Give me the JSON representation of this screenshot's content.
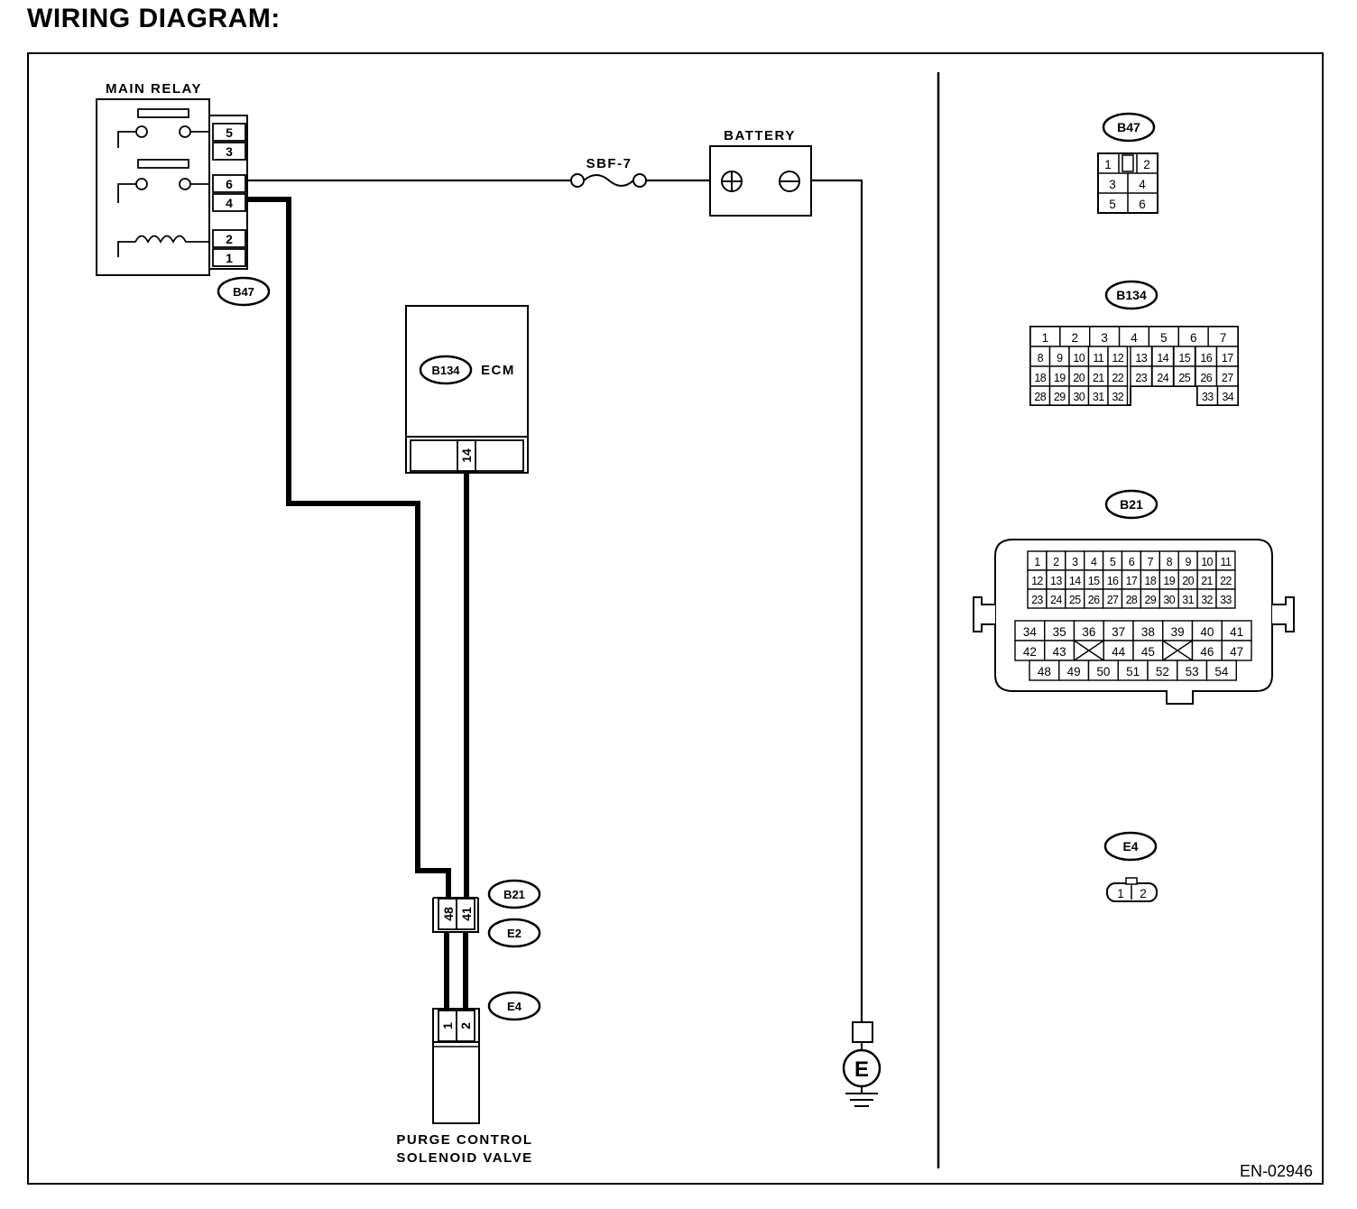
{
  "title": "WIRING DIAGRAM:",
  "doc_id": "EN-02946",
  "components": {
    "main_relay": {
      "label": "MAIN RELAY",
      "pins": [
        "5",
        "3",
        "6",
        "4",
        "2",
        "1"
      ],
      "connector": "B47"
    },
    "fuse": {
      "label": "SBF-7"
    },
    "battery": {
      "label": "BATTERY"
    },
    "ecm": {
      "label": "ECM",
      "connector": "B134",
      "pin": "14"
    },
    "joint": {
      "connectors": [
        "B21",
        "E2"
      ],
      "pins": [
        "48",
        "41"
      ]
    },
    "solenoid": {
      "label_line1": "PURGE CONTROL",
      "label_line2": "SOLENOID VALVE",
      "connector": "E4",
      "pins": [
        "1",
        "2"
      ]
    },
    "ground": {
      "label": "E"
    }
  },
  "connector_views": {
    "b47": {
      "tag": "B47",
      "rows": [
        [
          "1",
          "2"
        ],
        [
          "3",
          "4"
        ],
        [
          "5",
          "6"
        ]
      ]
    },
    "b134": {
      "tag": "B134",
      "rows": [
        [
          "1",
          "2",
          "3",
          "4",
          "5",
          "6",
          "7"
        ],
        [
          "8",
          "9",
          "10",
          "11",
          "12",
          "13",
          "14",
          "15",
          "16",
          "17"
        ],
        [
          "18",
          "19",
          "20",
          "21",
          "22",
          "23",
          "24",
          "25",
          "26",
          "27"
        ],
        [
          "28",
          "29",
          "30",
          "31",
          "32",
          "33",
          "34"
        ]
      ]
    },
    "b21": {
      "tag": "B21",
      "rows": [
        [
          "1",
          "2",
          "3",
          "4",
          "5",
          "6",
          "7",
          "8",
          "9",
          "10",
          "11"
        ],
        [
          "12",
          "13",
          "14",
          "15",
          "16",
          "17",
          "18",
          "19",
          "20",
          "21",
          "22"
        ],
        [
          "23",
          "24",
          "25",
          "26",
          "27",
          "28",
          "29",
          "30",
          "31",
          "32",
          "33"
        ],
        [
          "34",
          "35",
          "36",
          "37",
          "38",
          "39",
          "40",
          "41"
        ],
        [
          "42",
          "43",
          "44",
          "45",
          "46",
          "47"
        ],
        [
          "48",
          "49",
          "50",
          "51",
          "52",
          "53",
          "54"
        ]
      ]
    },
    "e4": {
      "tag": "E4",
      "pins": [
        "1",
        "2"
      ]
    }
  }
}
